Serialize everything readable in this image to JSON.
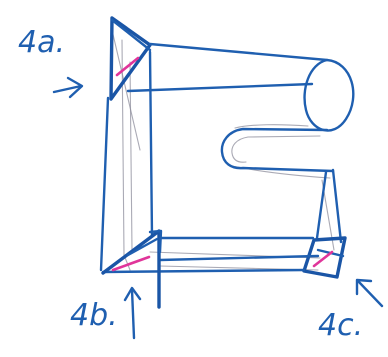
{
  "labels": {
    "a": "4a.",
    "b": "4b.",
    "c": "4c."
  },
  "colors": {
    "ink": "#1f5fb0",
    "highlight": "#e0359a",
    "pencil": "#8e8e9c"
  }
}
